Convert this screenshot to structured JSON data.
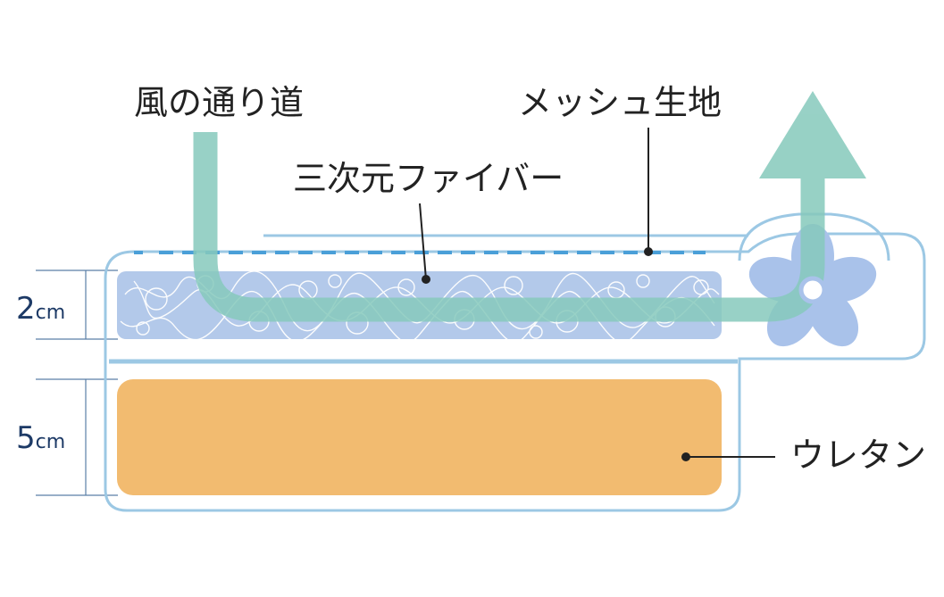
{
  "labels": {
    "airflow": "風の通り道",
    "mesh": "メッシュ生地",
    "fiber": "三次元ファイバー",
    "urethane": "ウレタン"
  },
  "dimensions": {
    "top_num": "2",
    "top_unit": "cm",
    "bottom_num": "5",
    "bottom_unit": "cm"
  },
  "colors": {
    "outline": "#9cc8e4",
    "mesh_dashes": "#4a9fd8",
    "fiber_layer": "#b3c9ea",
    "urethane_layer": "#f2bb70",
    "airflow_arrow": "#86c9bc",
    "fan": "#a9c2ea",
    "dimension_text": "#1d3a66",
    "label_text": "#222222"
  }
}
